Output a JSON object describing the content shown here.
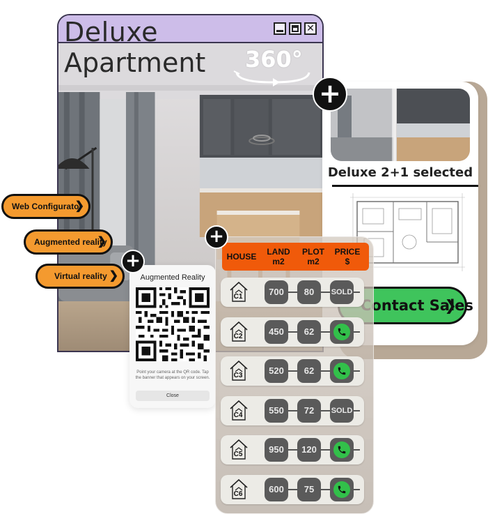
{
  "window": {
    "title_line1": "Deluxe",
    "title_line2": "Apartment",
    "badge_360": "360°"
  },
  "selection_card": {
    "selected_label": "Deluxe 2+1 selected",
    "contact_button": "Contact Sales",
    "accent_color": "#3fc45c"
  },
  "feature_buttons": [
    {
      "label": "Web Configurator"
    },
    {
      "label": "Augmented reality"
    },
    {
      "label": "Virtual reality"
    }
  ],
  "ar_dialog": {
    "title": "Augmented Reality",
    "help_text": "Point your camera at the QR code. Tap the banner that appears on your screen.",
    "close_label": "Close"
  },
  "house_table": {
    "header_color": "#f05a0a",
    "columns": [
      {
        "line1": "HOUSE",
        "line2": ""
      },
      {
        "line1": "LAND",
        "line2": "m2"
      },
      {
        "line1": "PLOT",
        "line2": "m2"
      },
      {
        "line1": "PRICE",
        "line2": "$"
      }
    ],
    "rows": [
      {
        "house": "C1",
        "land": "700",
        "plot": "80",
        "price": "SOLD",
        "status": "sold"
      },
      {
        "house": "C2",
        "land": "450",
        "plot": "62",
        "price": "",
        "status": "call"
      },
      {
        "house": "C3",
        "land": "520",
        "plot": "62",
        "price": "",
        "status": "call"
      },
      {
        "house": "C4",
        "land": "550",
        "plot": "72",
        "price": "SOLD",
        "status": "sold"
      },
      {
        "house": "C5",
        "land": "950",
        "plot": "120",
        "price": "",
        "status": "call"
      },
      {
        "house": "C6",
        "land": "600",
        "plot": "75",
        "price": "",
        "status": "call"
      }
    ]
  }
}
